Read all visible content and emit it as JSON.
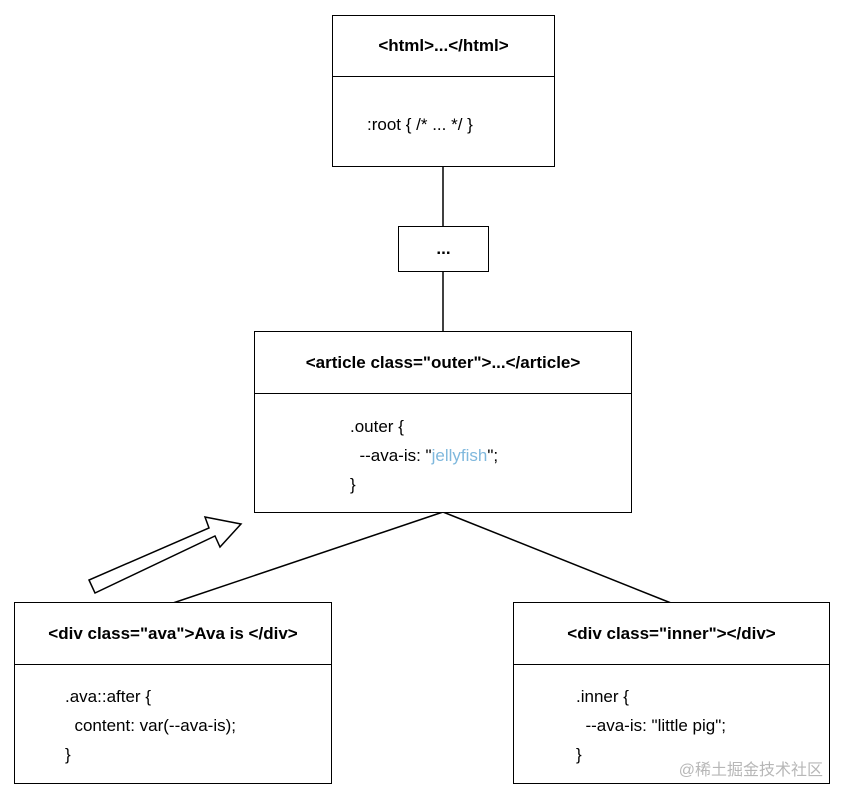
{
  "nodes": {
    "html": {
      "title": "<html>...</html>",
      "lines": [
        ":root { /* ... */ }"
      ]
    },
    "ellipsis": {
      "title": "..."
    },
    "article": {
      "title": "<article class=\"outer\">...</article>",
      "line1": ".outer {",
      "line2_pre": "  --ava-is: \"",
      "line2_value": "jellyfish",
      "line2_post": "\";",
      "line3": "}",
      "value_color": "#7fb8dd"
    },
    "ava": {
      "title": "<div class=\"ava\">Ava is </div>",
      "lines": [
        ".ava::after {",
        "  content: var(--ava-is);",
        "}"
      ]
    },
    "inner": {
      "title": "<div class=\"inner\"></div>",
      "lines": [
        ".inner {",
        "  --ava-is: \"little pig\";",
        "}"
      ]
    }
  },
  "arrow": {
    "icon": "hollow-arrow-icon"
  },
  "watermark": "@稀土掘金技术社区"
}
